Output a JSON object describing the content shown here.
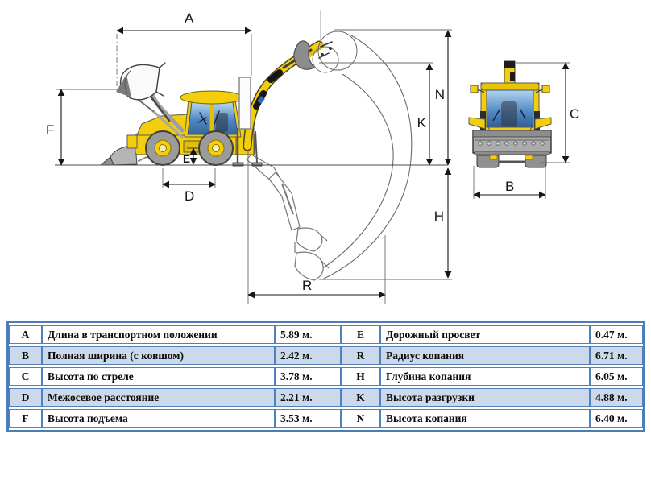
{
  "diagram": {
    "labels": {
      "A": "A",
      "B": "B",
      "C": "C",
      "D": "D",
      "E": "E",
      "F": "F",
      "H": "H",
      "K": "K",
      "N": "N",
      "R": "R"
    }
  },
  "table": {
    "rows": [
      [
        "A",
        "Длина в транспортном положении",
        "5.89 м.",
        "E",
        "Дорожный просвет",
        "0.47 м."
      ],
      [
        "B",
        "Полная ширина (с ковшом)",
        "2.42 м.",
        "R",
        "Радиус копания",
        "6.71 м."
      ],
      [
        "C",
        "Высота по стреле",
        "3.78 м.",
        "H",
        "Глубина копания",
        "6.05 м."
      ],
      [
        "D",
        "Межосевое расстояние",
        "2.21 м.",
        "K",
        "Высота разгрузки",
        "4.88 м."
      ],
      [
        "F",
        "Высота подъема",
        "3.53 м.",
        "N",
        "Высота копания",
        "6.40 м."
      ]
    ]
  },
  "colors": {
    "machine_yellow": "#f2ce0d",
    "cab_glass": "#4e86c4",
    "bucket_gray": "#ababab",
    "table_border": "#4f81bd",
    "row_alt_fill": "#ccd9ea",
    "letter_text": "#17365d"
  }
}
